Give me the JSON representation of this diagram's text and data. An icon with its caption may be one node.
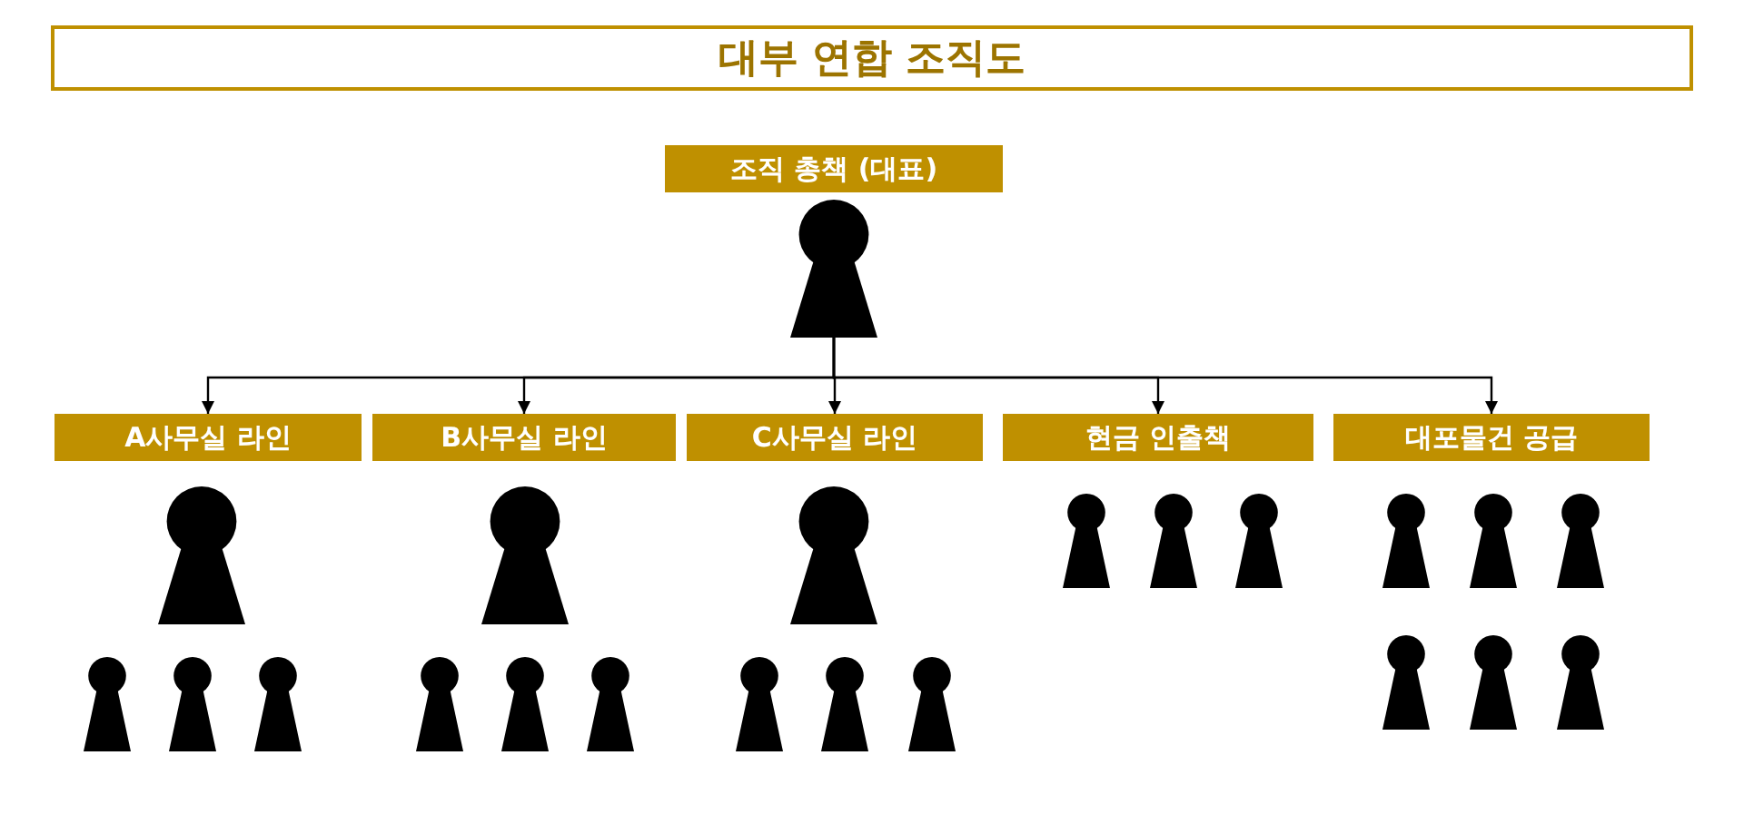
{
  "diagram": {
    "title": "대부 연합 조직도",
    "nodes": [
      {
        "text": [
          "조직 총책 (대표)"
        ]
      },
      {
        "text": [],
        "shape": "person"
      },
      {
        "text": [
          "A사무실 라인"
        ]
      },
      {
        "text": [
          "B사무실 라인"
        ]
      },
      {
        "text": [
          "C사무실 라인"
        ]
      },
      {
        "text": [
          "현금 인출책"
        ]
      },
      {
        "text": [
          "대포물건 공급"
        ]
      }
    ],
    "edges": [
      {
        "from": 1,
        "to": 2,
        "arrow": "to"
      },
      {
        "from": 1,
        "to": 3,
        "arrow": "to"
      },
      {
        "from": 1,
        "to": 4,
        "arrow": "to"
      },
      {
        "from": 1,
        "to": 5,
        "arrow": "to"
      },
      {
        "from": 1,
        "to": 6,
        "arrow": "to"
      }
    ]
  }
}
